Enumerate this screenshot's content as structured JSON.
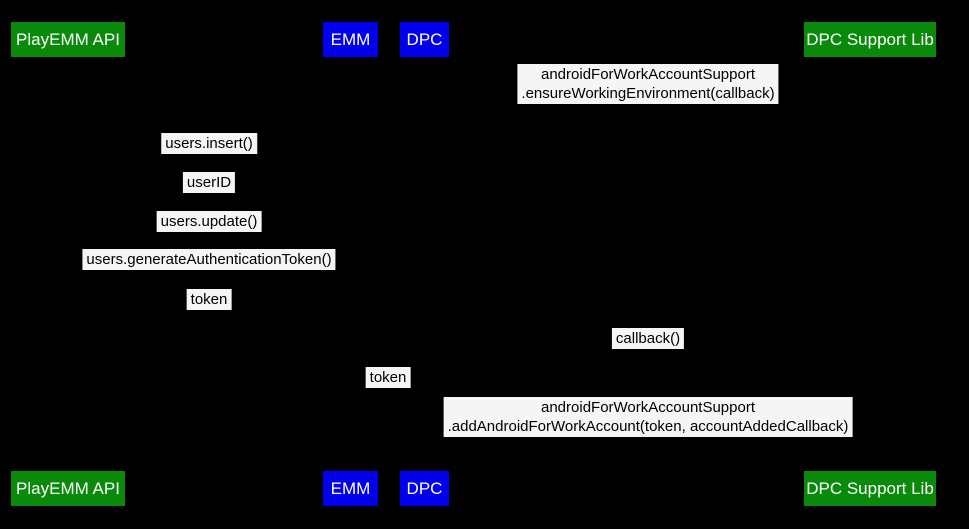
{
  "diagram": {
    "type": "sequence-diagram",
    "background_color": "#000000",
    "label_background_color": "#f5f5f5",
    "label_text_color": "#000000",
    "actor_text_color": "#ffffff",
    "actors": [
      {
        "id": "playemm-api",
        "label": "PlayEMM API",
        "color": "#0a8a0a"
      },
      {
        "id": "emm",
        "label": "EMM",
        "color": "#0000ee"
      },
      {
        "id": "dpc",
        "label": "DPC",
        "color": "#0000ee"
      },
      {
        "id": "dpc-support-lib",
        "label": "DPC Support Lib",
        "color": "#0a8a0a"
      }
    ],
    "messages": [
      {
        "id": "ensure-working-environment",
        "lines": [
          "androidForWorkAccountSupport",
          ".ensureWorkingEnvironment(callback)"
        ]
      },
      {
        "id": "users-insert",
        "lines": [
          "users.insert()"
        ]
      },
      {
        "id": "user-id",
        "lines": [
          "userID"
        ]
      },
      {
        "id": "users-update",
        "lines": [
          "users.update()"
        ]
      },
      {
        "id": "users-generate-authentication-token",
        "lines": [
          "users.generateAuthenticationToken()"
        ]
      },
      {
        "id": "token-return",
        "lines": [
          "token"
        ]
      },
      {
        "id": "callback",
        "lines": [
          "callback()"
        ]
      },
      {
        "id": "token-forward",
        "lines": [
          "token"
        ]
      },
      {
        "id": "add-android-for-work-account",
        "lines": [
          "androidForWorkAccountSupport",
          ".addAndroidForWorkAccount(token, accountAddedCallback)"
        ]
      }
    ]
  }
}
